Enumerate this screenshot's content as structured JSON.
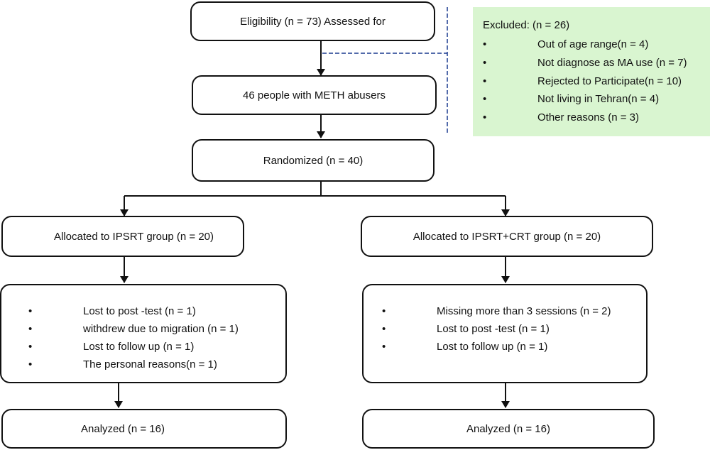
{
  "eligibility": "Eligibility (n = 73) Assessed for",
  "excluded": {
    "title": "Excluded: (n = 26)",
    "items": [
      "Out of age range(n = 4)",
      "Not diagnose as MA use (n = 7)",
      "Rejected to Participate(n = 10)",
      "Not living in Tehran(n = 4)",
      "Other reasons (n = 3)"
    ]
  },
  "meth": "46 people with METH abusers",
  "randomized": "Randomized (n = 40)",
  "left": {
    "allocated": "Allocated to IPSRT group (n = 20)",
    "losses": [
      "Lost to post -test (n = 1)",
      "withdrew due to migration (n = 1)",
      "Lost to follow up (n = 1)",
      "The personal reasons(n = 1)"
    ],
    "analyzed": "Analyzed (n = 16)"
  },
  "right": {
    "allocated": "Allocated to IPSRT+CRT group (n = 20)",
    "losses": [
      "Missing more than 3 sessions (n = 2)",
      "Lost to post -test (n = 1)",
      "Lost to follow up (n = 1)"
    ],
    "analyzed": "Analyzed (n = 16)"
  },
  "bullet_char": "•"
}
